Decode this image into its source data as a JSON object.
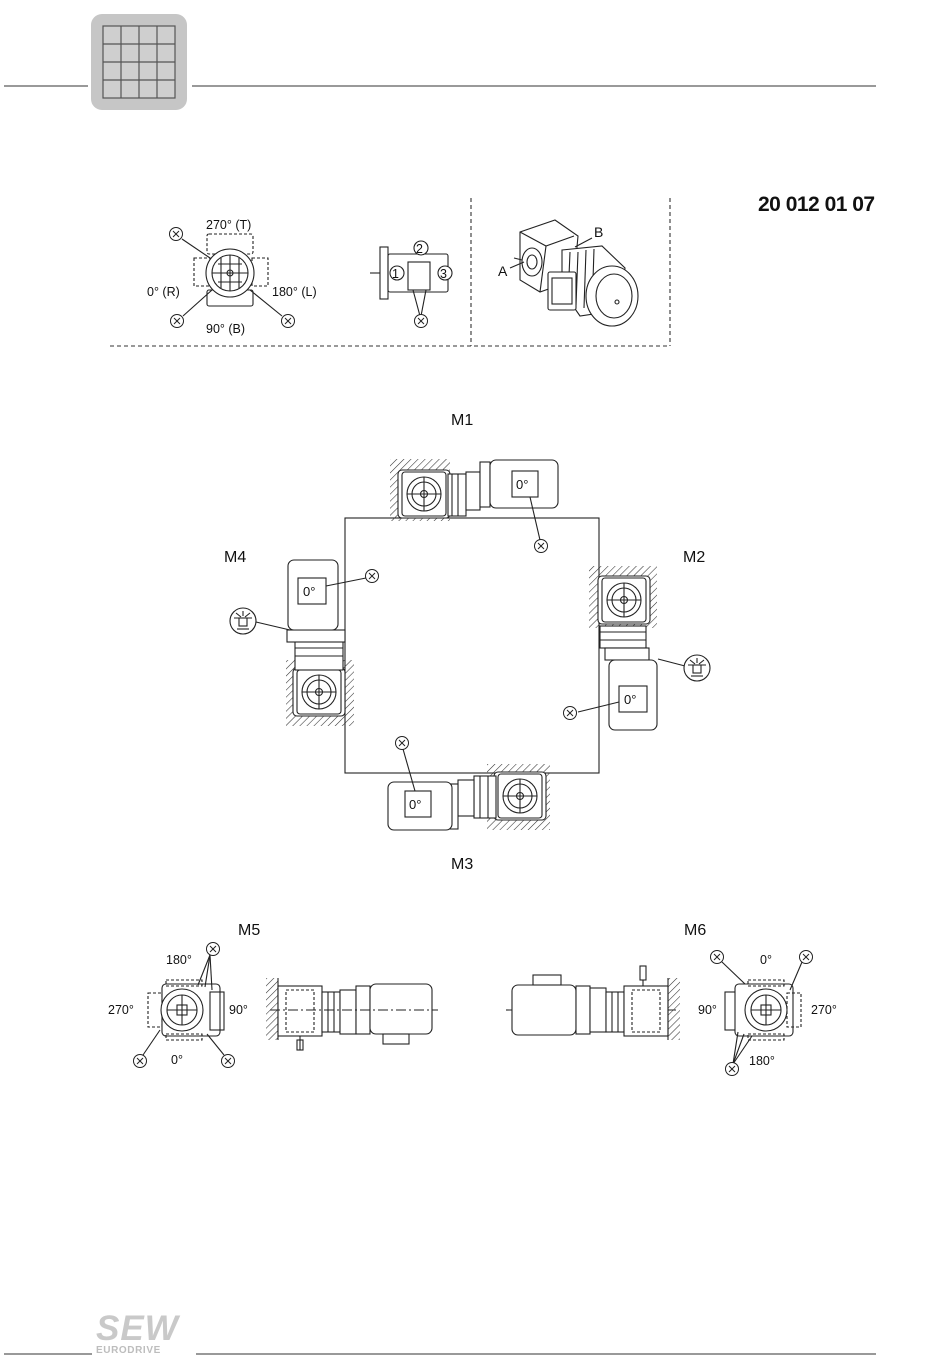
{
  "doc_number": "20 012 01 07",
  "legend": {
    "pos_270": "270° (T)",
    "pos_0": "0° (R)",
    "pos_180": "180° (L)",
    "pos_90": "90° (B)",
    "x_mark": "X",
    "num_1": "1",
    "num_2": "2",
    "num_3": "3",
    "label_a": "A",
    "label_b": "B"
  },
  "positions": {
    "m1": "M1",
    "m2": "M2",
    "m3": "M3",
    "m4": "M4",
    "m5": "M5",
    "m6": "M6"
  },
  "terminal_label": "0°",
  "m5_angles": {
    "top": "180°",
    "left": "270°",
    "right": "90°",
    "bottom": "0°"
  },
  "m6_angles": {
    "top": "0°",
    "left": "90°",
    "right": "270°",
    "bottom": "180°"
  },
  "brand": {
    "name": "SEW",
    "sub": "EURODRIVE"
  }
}
